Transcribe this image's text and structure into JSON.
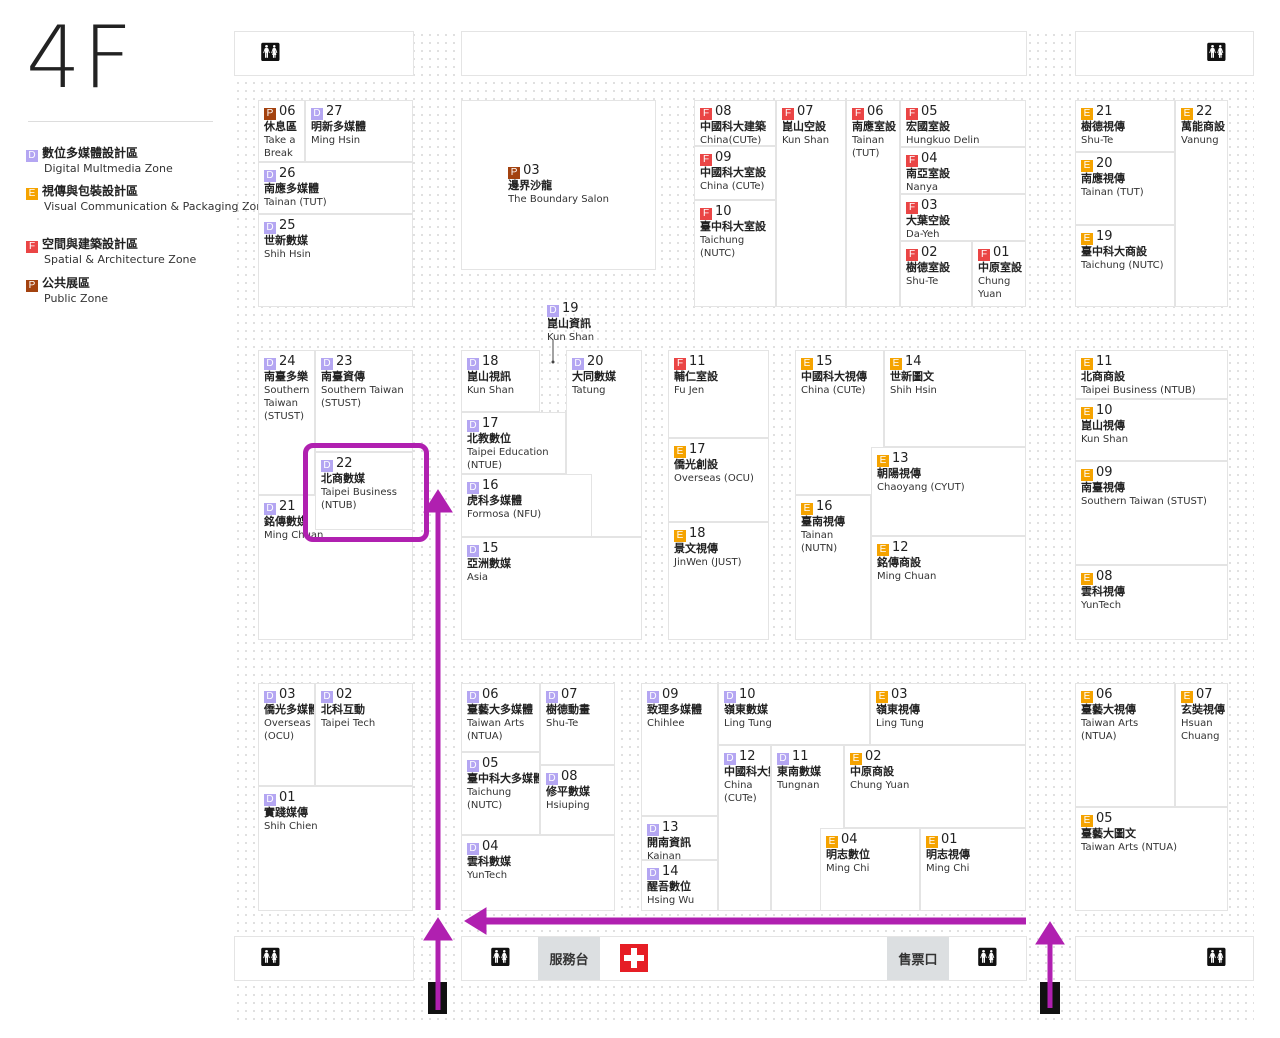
{
  "floor_label": "4F",
  "legend": [
    {
      "zone": "D",
      "zh": "數位多媒體設計區",
      "en": "Digital Multmedia Zone"
    },
    {
      "zone": "E",
      "zh": "視傳與包裝設計區",
      "en": "Visual Communication & Packaging Zone"
    },
    {
      "zone": "F",
      "zh": "空間與建築設計區",
      "en": "Spatial & Architecture Zone"
    },
    {
      "zone": "P",
      "zh": "公共展區",
      "en": "Public Zone"
    }
  ],
  "zone_colors": {
    "D": "#b4a6f2",
    "E": "#f5a300",
    "F": "#ea4545",
    "P": "#a3420f"
  },
  "route_color": "#b020b0",
  "facilities": {
    "service_desk": "服務台",
    "ticket_office": "售票口",
    "restroom_icon": "restroom-icon",
    "first_aid_icon": "first-aid-icon"
  },
  "booths": {
    "P06": {
      "zone": "P",
      "num": "06",
      "zh": "休息區",
      "en": "Take a Break"
    },
    "D27": {
      "zone": "D",
      "num": "27",
      "zh": "明新多媒體",
      "en": "Ming Hsin"
    },
    "D26": {
      "zone": "D",
      "num": "26",
      "zh": "南應多媒體",
      "en": "Tainan (TUT)"
    },
    "D25": {
      "zone": "D",
      "num": "25",
      "zh": "世新數媒",
      "en": "Shih Hsin"
    },
    "P03": {
      "zone": "P",
      "num": "03",
      "zh": "邊界沙龍",
      "en": "The Boundary Salon"
    },
    "F08": {
      "zone": "F",
      "num": "08",
      "zh": "中國科大建築",
      "en": "China(CUTe)"
    },
    "F09": {
      "zone": "F",
      "num": "09",
      "zh": "中國科大室設",
      "en": "China (CUTe)"
    },
    "F10": {
      "zone": "F",
      "num": "10",
      "zh": "臺中科大室設",
      "en": "Taichung (NUTC)"
    },
    "F07": {
      "zone": "F",
      "num": "07",
      "zh": "崑山空設",
      "en": "Kun Shan"
    },
    "F06": {
      "zone": "F",
      "num": "06",
      "zh": "南應室設",
      "en": "Tainan (TUT)"
    },
    "F05": {
      "zone": "F",
      "num": "05",
      "zh": "宏國室設",
      "en": "Hungkuo Delin"
    },
    "F04": {
      "zone": "F",
      "num": "04",
      "zh": "南亞室設",
      "en": "Nanya"
    },
    "F03": {
      "zone": "F",
      "num": "03",
      "zh": "大葉空設",
      "en": "Da-Yeh"
    },
    "F02": {
      "zone": "F",
      "num": "02",
      "zh": "樹德室設",
      "en": "Shu-Te"
    },
    "F01": {
      "zone": "F",
      "num": "01",
      "zh": "中原室設",
      "en": "Chung Yuan"
    },
    "E21": {
      "zone": "E",
      "num": "21",
      "zh": "樹德視傳",
      "en": "Shu-Te"
    },
    "E22": {
      "zone": "E",
      "num": "22",
      "zh": "萬能商設",
      "en": "Vanung"
    },
    "E20": {
      "zone": "E",
      "num": "20",
      "zh": "南應視傳",
      "en": "Tainan (TUT)"
    },
    "E19": {
      "zone": "E",
      "num": "19",
      "zh": "臺中科大商設",
      "en": "Taichung (NUTC)"
    },
    "D19": {
      "zone": "D",
      "num": "19",
      "zh": "崑山資訊",
      "en": "Kun Shan"
    },
    "D24": {
      "zone": "D",
      "num": "24",
      "zh": "南臺多樂",
      "en": "Southern Taiwan (STUST)"
    },
    "D23": {
      "zone": "D",
      "num": "23",
      "zh": "南臺資傳",
      "en": "Southern Taiwan (STUST)"
    },
    "D22": {
      "zone": "D",
      "num": "22",
      "zh": "北商數媒",
      "en": "Taipei Business (NTUB)"
    },
    "D21": {
      "zone": "D",
      "num": "21",
      "zh": "銘傳數媒",
      "en": "Ming Chuan"
    },
    "D18": {
      "zone": "D",
      "num": "18",
      "zh": "崑山視訊",
      "en": "Kun Shan"
    },
    "D20": {
      "zone": "D",
      "num": "20",
      "zh": "大同數媒",
      "en": "Tatung"
    },
    "D17": {
      "zone": "D",
      "num": "17",
      "zh": "北教數位",
      "en": "Taipei Education (NTUE)"
    },
    "D16": {
      "zone": "D",
      "num": "16",
      "zh": "虎科多媒體",
      "en": "Formosa (NFU)"
    },
    "D15": {
      "zone": "D",
      "num": "15",
      "zh": "亞洲數媒",
      "en": "Asia"
    },
    "F11": {
      "zone": "F",
      "num": "11",
      "zh": "輔仁室設",
      "en": "Fu Jen"
    },
    "E17": {
      "zone": "E",
      "num": "17",
      "zh": "僑光創設",
      "en": "Overseas (OCU)"
    },
    "E18": {
      "zone": "E",
      "num": "18",
      "zh": "景文視傳",
      "en": "JinWen (JUST)"
    },
    "E15": {
      "zone": "E",
      "num": "15",
      "zh": "中國科大視傳",
      "en": "China (CUTe)"
    },
    "E14": {
      "zone": "E",
      "num": "14",
      "zh": "世新圖文",
      "en": "Shih Hsin"
    },
    "E13": {
      "zone": "E",
      "num": "13",
      "zh": "朝陽視傳",
      "en": "Chaoyang (CYUT)"
    },
    "E16": {
      "zone": "E",
      "num": "16",
      "zh": "臺南視傳",
      "en": "Tainan (NUTN)"
    },
    "E12": {
      "zone": "E",
      "num": "12",
      "zh": "銘傳商設",
      "en": "Ming Chuan"
    },
    "E11": {
      "zone": "E",
      "num": "11",
      "zh": "北商商設",
      "en": "Taipei Business (NTUB)"
    },
    "E10": {
      "zone": "E",
      "num": "10",
      "zh": "崑山視傳",
      "en": "Kun Shan"
    },
    "E09": {
      "zone": "E",
      "num": "09",
      "zh": "南臺視傳",
      "en": "Southern Taiwan (STUST)"
    },
    "E08": {
      "zone": "E",
      "num": "08",
      "zh": "雲科視傳",
      "en": "YunTech"
    },
    "D03": {
      "zone": "D",
      "num": "03",
      "zh": "僑光多媒體",
      "en": "Overseas (OCU)"
    },
    "D02": {
      "zone": "D",
      "num": "02",
      "zh": "北科互動",
      "en": "Taipei Tech"
    },
    "D01": {
      "zone": "D",
      "num": "01",
      "zh": "實踐媒傳",
      "en": "Shih Chien"
    },
    "D06": {
      "zone": "D",
      "num": "06",
      "zh": "臺藝大多媒體",
      "en": "Taiwan Arts (NTUA)"
    },
    "D07": {
      "zone": "D",
      "num": "07",
      "zh": "樹德動畫",
      "en": "Shu-Te"
    },
    "D05": {
      "zone": "D",
      "num": "05",
      "zh": "臺中科大多媒體",
      "en": "Taichung (NUTC)"
    },
    "D08": {
      "zone": "D",
      "num": "08",
      "zh": "修平數媒",
      "en": "Hsiuping"
    },
    "D04": {
      "zone": "D",
      "num": "04",
      "zh": "雲科數媒",
      "en": "YunTech"
    },
    "D09": {
      "zone": "D",
      "num": "09",
      "zh": "致理多媒體",
      "en": "Chihlee"
    },
    "D13": {
      "zone": "D",
      "num": "13",
      "zh": "開南資訊",
      "en": "Kainan"
    },
    "D14": {
      "zone": "D",
      "num": "14",
      "zh": "醒吾數位",
      "en": "Hsing Wu"
    },
    "D10": {
      "zone": "D",
      "num": "10",
      "zh": "嶺東數媒",
      "en": "Ling Tung"
    },
    "E03": {
      "zone": "E",
      "num": "03",
      "zh": "嶺東視傳",
      "en": "Ling Tung"
    },
    "D12": {
      "zone": "D",
      "num": "12",
      "zh": "中國科大數媒",
      "en": "China (CUTe)"
    },
    "D11": {
      "zone": "D",
      "num": "11",
      "zh": "東南數媒",
      "en": "Tungnan"
    },
    "E02": {
      "zone": "E",
      "num": "02",
      "zh": "中原商設",
      "en": "Chung Yuan"
    },
    "E04": {
      "zone": "E",
      "num": "04",
      "zh": "明志數位",
      "en": "Ming Chi"
    },
    "E01": {
      "zone": "E",
      "num": "01",
      "zh": "明志視傳",
      "en": "Ming Chi"
    },
    "E06": {
      "zone": "E",
      "num": "06",
      "zh": "臺藝大視傳",
      "en": "Taiwan Arts (NTUA)"
    },
    "E07": {
      "zone": "E",
      "num": "07",
      "zh": "玄奘視傳",
      "en": "Hsuan Chuang"
    },
    "E05": {
      "zone": "E",
      "num": "05",
      "zh": "臺藝大圖文",
      "en": "Taiwan Arts (NTUA)"
    }
  }
}
